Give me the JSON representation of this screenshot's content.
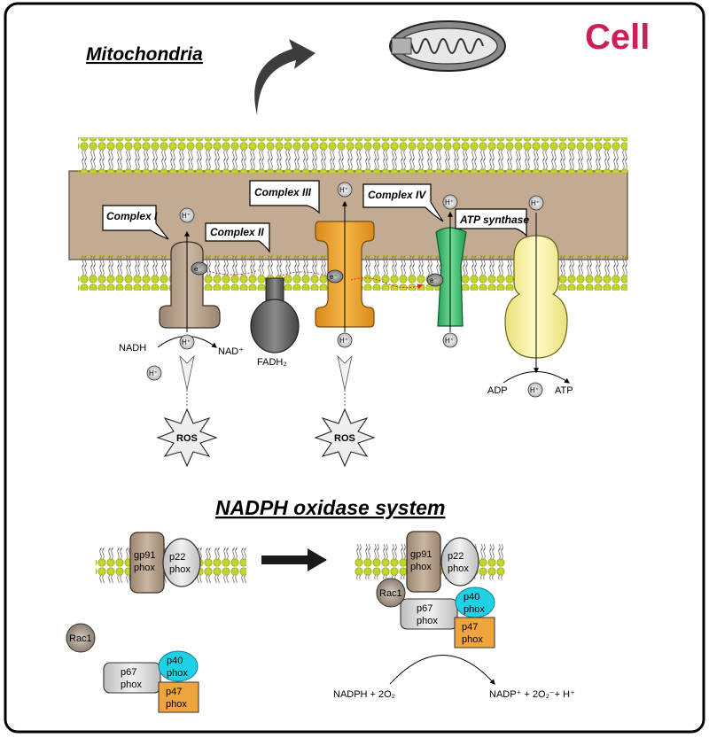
{
  "brand": "Cell",
  "mitochondria": {
    "title": "Mitochondria",
    "complexes": {
      "complex1": "Complex I",
      "complex2": "Complex II",
      "complex3": "Complex III",
      "complex4": "Complex IV",
      "atp_synthase": "ATP synthase"
    },
    "labels": {
      "nadh": "NADH",
      "nad_plus": "NAD⁺",
      "fadh2": "FADH₂",
      "adp": "ADP",
      "atp": "ATP",
      "h_plus": "H⁺",
      "electron": "e⁻",
      "ros": "ROS"
    }
  },
  "nadph": {
    "title": "NADPH oxidase system",
    "proteins": {
      "gp91": [
        "gp91",
        "phox"
      ],
      "p22": [
        "p22",
        "phox"
      ],
      "p40": [
        "p40",
        "phox"
      ],
      "p47": [
        "p47",
        "phox"
      ],
      "p67": [
        "p67",
        "phox"
      ],
      "rac1": "Rac1"
    },
    "equation": {
      "left": "NADPH + 2O₂",
      "right": "NADP⁺ + 2O₂⁻+ H⁺"
    }
  },
  "colors": {
    "membrane_band": "#c3ab93",
    "lipid_head": "#c4d62c",
    "complex1": "#b39e88",
    "complex2": "#6b6b6b",
    "complex3": "#f0a63a",
    "complex4": "#3dbb6b",
    "atp_synthase": "#f7f09a",
    "p40": "#1fd1e6",
    "p47": "#f0a43c",
    "brand": "#cc1f5a"
  }
}
